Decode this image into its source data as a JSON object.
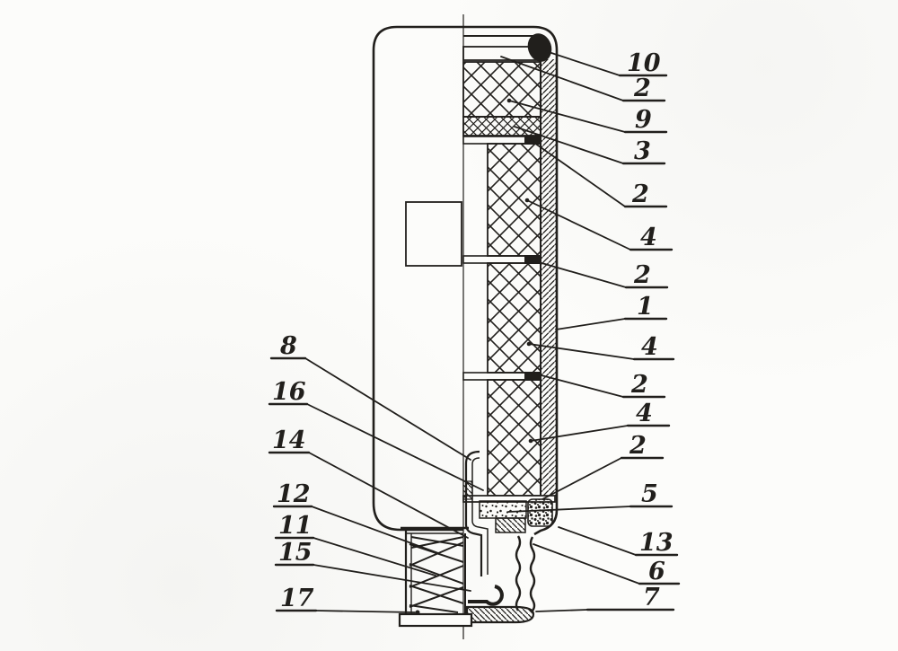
{
  "figure": {
    "kind": "technical cross-section drawing",
    "ink_color": "#211f1c",
    "paper_color": "#fcfcfa"
  },
  "callouts": {
    "right": [
      "10",
      "2",
      "9",
      "3",
      "2",
      "4",
      "2",
      "1",
      "4",
      "2",
      "4",
      "2",
      "5",
      "13",
      "6",
      "7"
    ],
    "left": [
      "8",
      "16",
      "14",
      "12",
      "11",
      "15",
      "17"
    ]
  }
}
